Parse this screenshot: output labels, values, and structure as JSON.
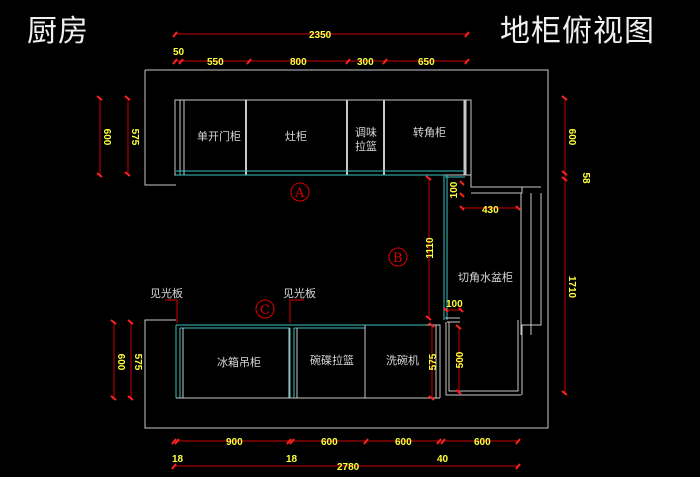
{
  "title_left": "厨房",
  "title_right": "地柜俯视图",
  "colors": {
    "background": "#000000",
    "wall": "#c8c8c8",
    "cabinet_edge": "#39c0c0",
    "dimension_line": "#cc0000",
    "dimension_text": "#ffff3a",
    "label_text": "#d8d8d8",
    "marker": "#dd0000"
  },
  "markers": {
    "a": "A",
    "b": "B",
    "c": "C"
  },
  "cabinets": {
    "single_door": "单开门柜",
    "stove": "灶柜",
    "seasoning_1": "调味",
    "seasoning_2": "拉篮",
    "corner": "转角柜",
    "sink": "切角水盆柜",
    "fridge": "冰箱吊柜",
    "dish_basket": "碗碟拉篮",
    "dishwasher": "洗碗机"
  },
  "callouts": {
    "light_panel_1": "见光板",
    "light_panel_2": "见光板"
  },
  "dimensions": {
    "top_total": "2350",
    "top_50": "50",
    "top_550": "550",
    "top_800": "800",
    "top_300": "300",
    "top_650": "650",
    "left_upper_600": "600",
    "left_upper_575": "575",
    "left_lower_600": "600",
    "left_lower_575": "575",
    "right_600": "600",
    "right_58": "58",
    "right_1710": "1710",
    "mid_1110": "1110",
    "mid_100_top": "100",
    "mid_430": "430",
    "mid_100_bottom": "100",
    "mid_575": "575",
    "mid_500": "500",
    "bottom_900": "900",
    "bottom_600_a": "600",
    "bottom_600_b": "600",
    "bottom_600_c": "600",
    "bottom_18_a": "18",
    "bottom_18_b": "18",
    "bottom_40": "40",
    "bottom_total": "2780"
  }
}
